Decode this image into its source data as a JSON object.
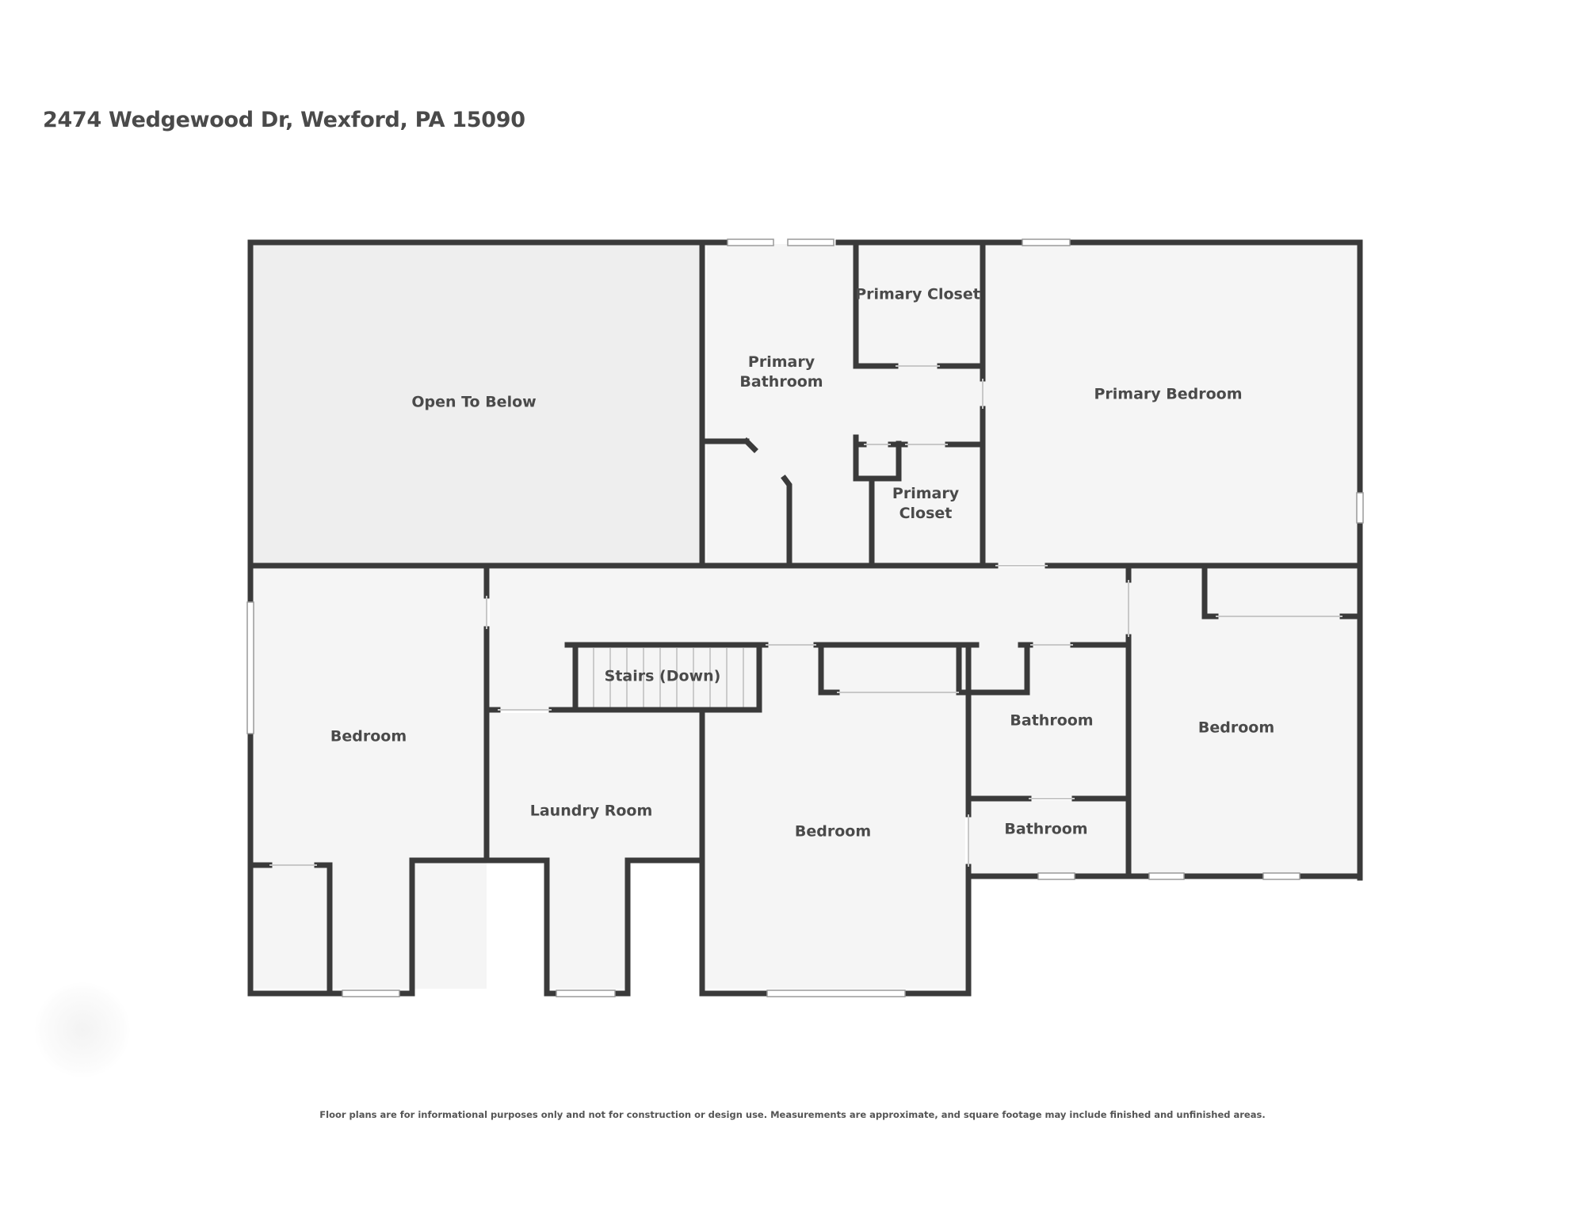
{
  "address": "2474 Wedgewood Dr, Wexford, PA 15090",
  "rooms": {
    "open_to_below": "Open To Below",
    "primary_bathroom": [
      "Primary",
      "Bathroom"
    ],
    "primary_closet_top": "Primary Closet",
    "primary_bedroom": "Primary Bedroom",
    "primary_closet_bottom": [
      "Primary",
      "Closet"
    ],
    "bedroom_left": "Bedroom",
    "stairs": "Stairs (Down)",
    "laundry_room": "Laundry Room",
    "bedroom_center": "Bedroom",
    "bathroom_upper": "Bathroom",
    "bathroom_lower": "Bathroom",
    "bedroom_right": "Bedroom"
  },
  "disclaimer": "Floor plans are for informational purposes only and not for construction or design use. Measurements are approximate, and square footage may include finished and unfinished areas.",
  "colors": {
    "wall": "#3a3a3a",
    "room_fill": "#f5f5f5",
    "open_area_fill": "#eeeeee",
    "label": "#4a4a4a"
  }
}
